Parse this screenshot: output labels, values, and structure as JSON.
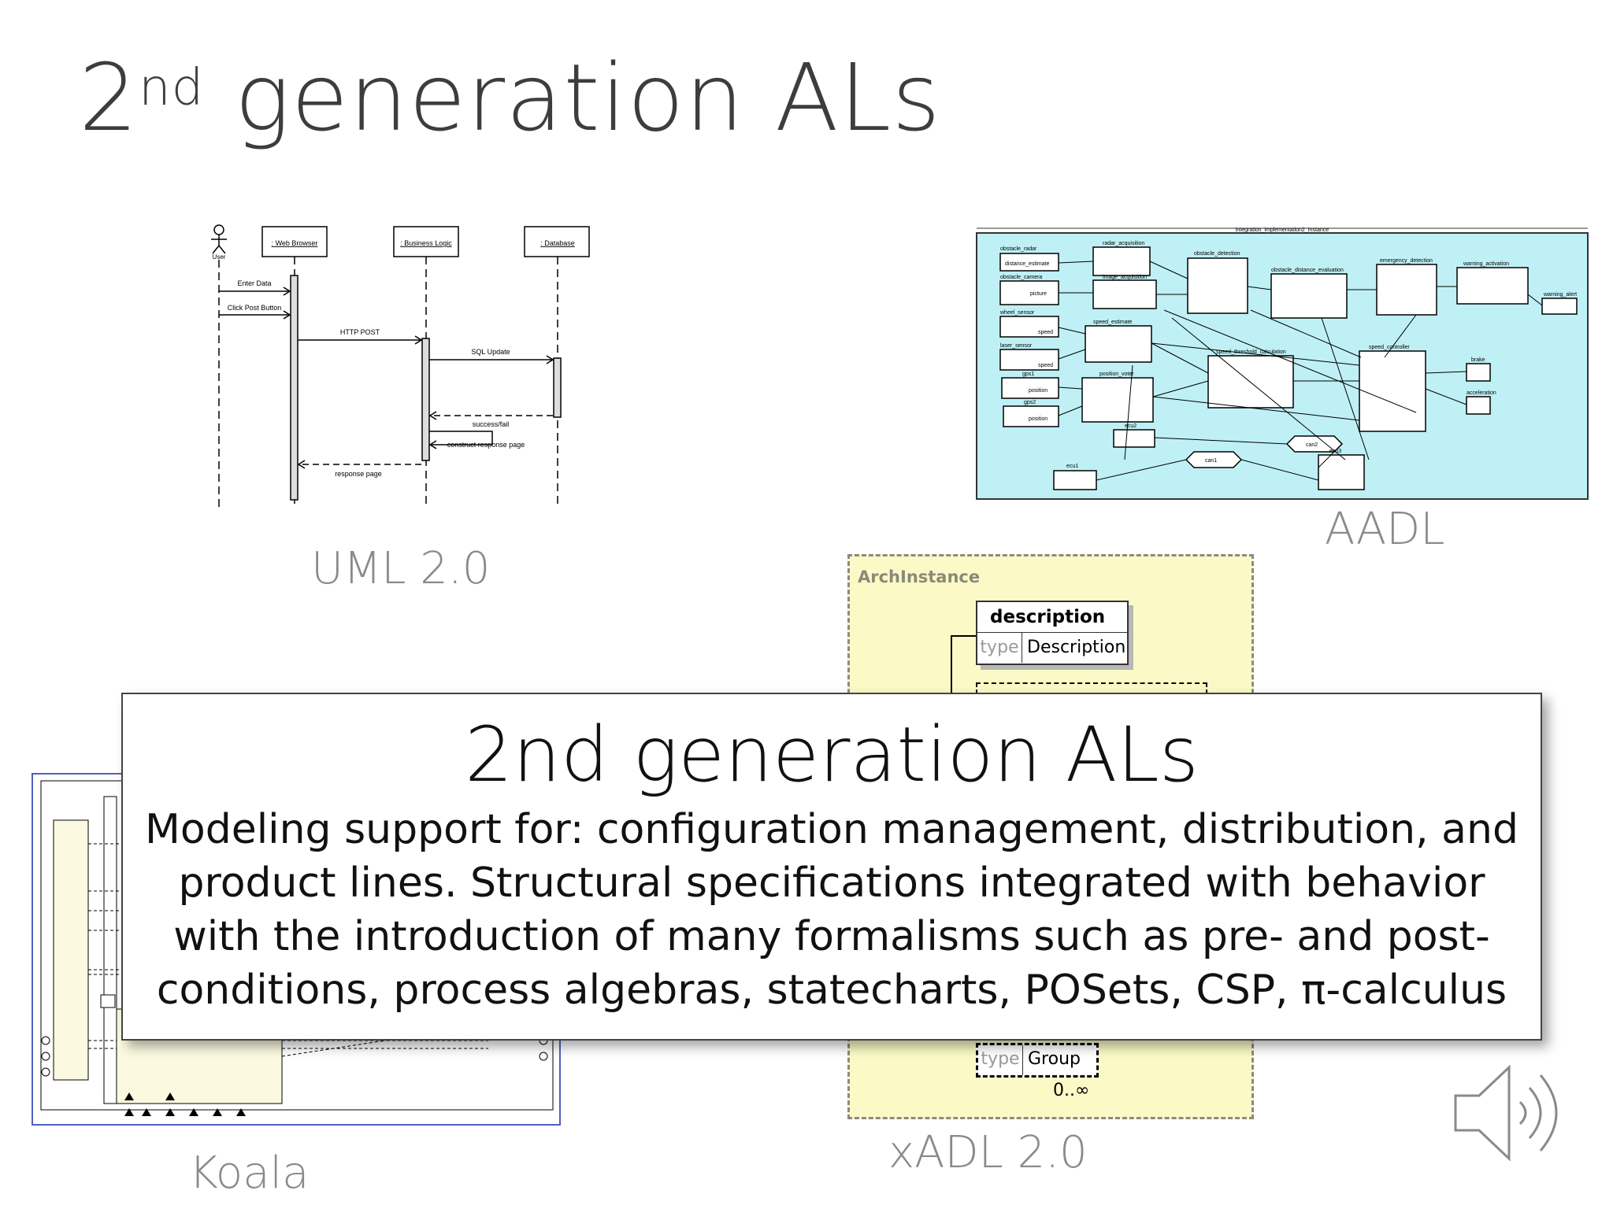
{
  "slide": {
    "title_main": "2",
    "title_sup": "nd",
    "title_rest": " generation ALs"
  },
  "captions": {
    "uml": "UML 2.0",
    "aadl": "AADL",
    "koala": "Koala",
    "xadl": "xADL 2.0"
  },
  "uml": {
    "actor": "User",
    "lifelines": [
      ": Web Browser",
      ": Business Logic",
      ": Database"
    ],
    "messages": [
      "Enter Data",
      "Click Post Button",
      "HTTP POST",
      "SQL Update",
      "success/fail",
      "construct response page",
      "response page"
    ]
  },
  "aadl": {
    "instance": "integration_implementation2_Instance",
    "sensors": [
      "obstacle_radar",
      "obstacle_camera",
      "wheel_sensor",
      "laser_sensor",
      "gps1",
      "gps2"
    ],
    "sensor_ports": [
      "distance_estimate",
      "picture",
      "speed",
      "speed",
      "position",
      "position"
    ],
    "processes": [
      "radar_acquisition",
      "image_acquisition",
      "obstacle_detection",
      "obstacle_distance_evaluation",
      "emergency_detection",
      "warning_activation",
      "warning_alert",
      "speed_estimate",
      "speed_threshold_calculation",
      "speed_controller",
      "brake",
      "acceleration",
      "position_voter",
      "ecu1",
      "ecu2",
      "ecu3",
      "can1",
      "can2"
    ]
  },
  "xadl": {
    "container": "ArchInstance",
    "element": "description",
    "type_label": "type",
    "type_value": "Description",
    "type2_value": "Group",
    "multiplicity": "0..∞"
  },
  "popup": {
    "title": "2nd generation ALs",
    "body": "Modeling support for: configuration management, distribution, and product lines. Structural specifications integrated with behavior with the introduction of many formalisms such as pre- and post-conditions, process algebras, statecharts, POSets, CSP, π-calculus"
  },
  "icons": {
    "audio": "speaker-icon"
  },
  "colors": {
    "aadl_bg": "#bff0f5",
    "xadl_bg": "#fbfac6",
    "popup_border": "#444444"
  }
}
